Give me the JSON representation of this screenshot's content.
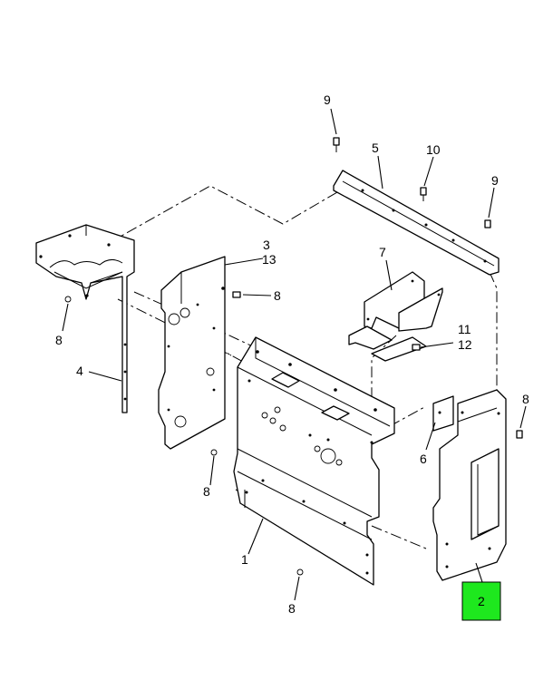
{
  "callouts": {
    "c1": "1",
    "c2": "2",
    "c3": "3",
    "c4": "4",
    "c5": "5",
    "c6": "6",
    "c7": "7",
    "c8a": "8",
    "c8b": "8",
    "c8c": "8",
    "c8d": "8",
    "c8e": "8",
    "c9a": "9",
    "c9b": "9",
    "c10": "10",
    "c11": "11",
    "c12": "12",
    "c13": "13"
  },
  "highlight": {
    "part": "2",
    "color": "#1ee81e"
  }
}
